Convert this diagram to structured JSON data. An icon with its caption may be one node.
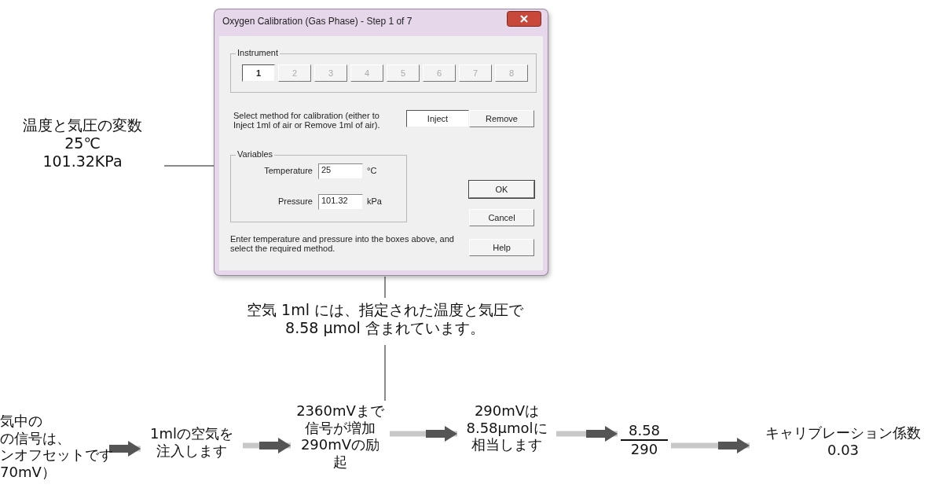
{
  "diagram": {
    "nodes": [
      {
        "text": [
          "Oxygen Calibration (Gas Phase) - Step 1 of 7"
        ]
      },
      {
        "text": [
          "Instrument"
        ],
        "in": 0
      },
      {
        "text": [
          "1"
        ],
        "in": 1
      },
      {
        "text": [
          "2"
        ],
        "in": 1
      },
      {
        "text": [
          "3"
        ],
        "in": 1
      },
      {
        "text": [
          "4"
        ],
        "in": 1
      },
      {
        "text": [
          "5"
        ],
        "in": 1
      },
      {
        "text": [
          "6"
        ],
        "in": 1
      },
      {
        "text": [
          "7"
        ],
        "in": 1
      },
      {
        "text": [
          "8"
        ],
        "in": 1
      },
      {
        "text": [
          "Inject"
        ],
        "in": 0
      },
      {
        "text": [
          "Remove"
        ],
        "in": 0
      },
      {
        "text": [
          "Variables"
        ],
        "in": 0
      },
      {
        "text": [
          "Temperature"
        ],
        "in": 12
      },
      {
        "text": [
          "25"
        ],
        "in": 12
      },
      {
        "text": [
          "101.32"
        ],
        "in": 12
      },
      {
        "text": [
          "OK"
        ],
        "in": 0
      },
      {
        "text": [
          "Cancel"
        ],
        "in": 0
      },
      {
        "text": [
          "Help"
        ],
        "in": 0
      },
      {
        "text": [
          "温度と気圧の変数",
          "25℃",
          "101.32KPa"
        ]
      },
      {
        "text": [
          "空気 1ml には、指定された温度と気圧で8.58 μmol 含まれています。"
        ]
      },
      {
        "text": [
          "気中の",
          "の信号は、",
          "ンオフセットです",
          "70mV）"
        ]
      },
      {
        "text": [
          "1mlの空気を注入します"
        ]
      },
      {
        "text": [
          "2360mVまで信号が増加290mVの励起"
        ]
      },
      {
        "text": [
          "290mVは8.58μmolに相当します"
        ]
      },
      {
        "text": [
          "8.58",
          "290"
        ]
      },
      {
        "text": [
          "キャリブレーション係数",
          "0.03"
        ]
      }
    ],
    "edges": [
      {
        "from": 19,
        "to": 13,
        "arrow": "none"
      },
      {
        "from": 20,
        "to": 0,
        "arrow": "none"
      },
      {
        "from": 20,
        "to": 23,
        "arrow": "none"
      },
      {
        "from": 21,
        "to": 22,
        "arrow": "to"
      },
      {
        "from": 22,
        "to": 23,
        "arrow": "to"
      },
      {
        "from": 23,
        "to": 24,
        "arrow": "to"
      },
      {
        "from": 24,
        "to": 25,
        "arrow": "to"
      },
      {
        "from": 25,
        "to": 26,
        "arrow": "to"
      }
    ],
    "labels": [
      "Select method for calibration (either  to Inject 1ml of air or Remove 1ml of air).",
      "°C",
      "Pressure",
      "kPa",
      "Enter temperature and pressure into the boxes above, and select the required method."
    ]
  }
}
